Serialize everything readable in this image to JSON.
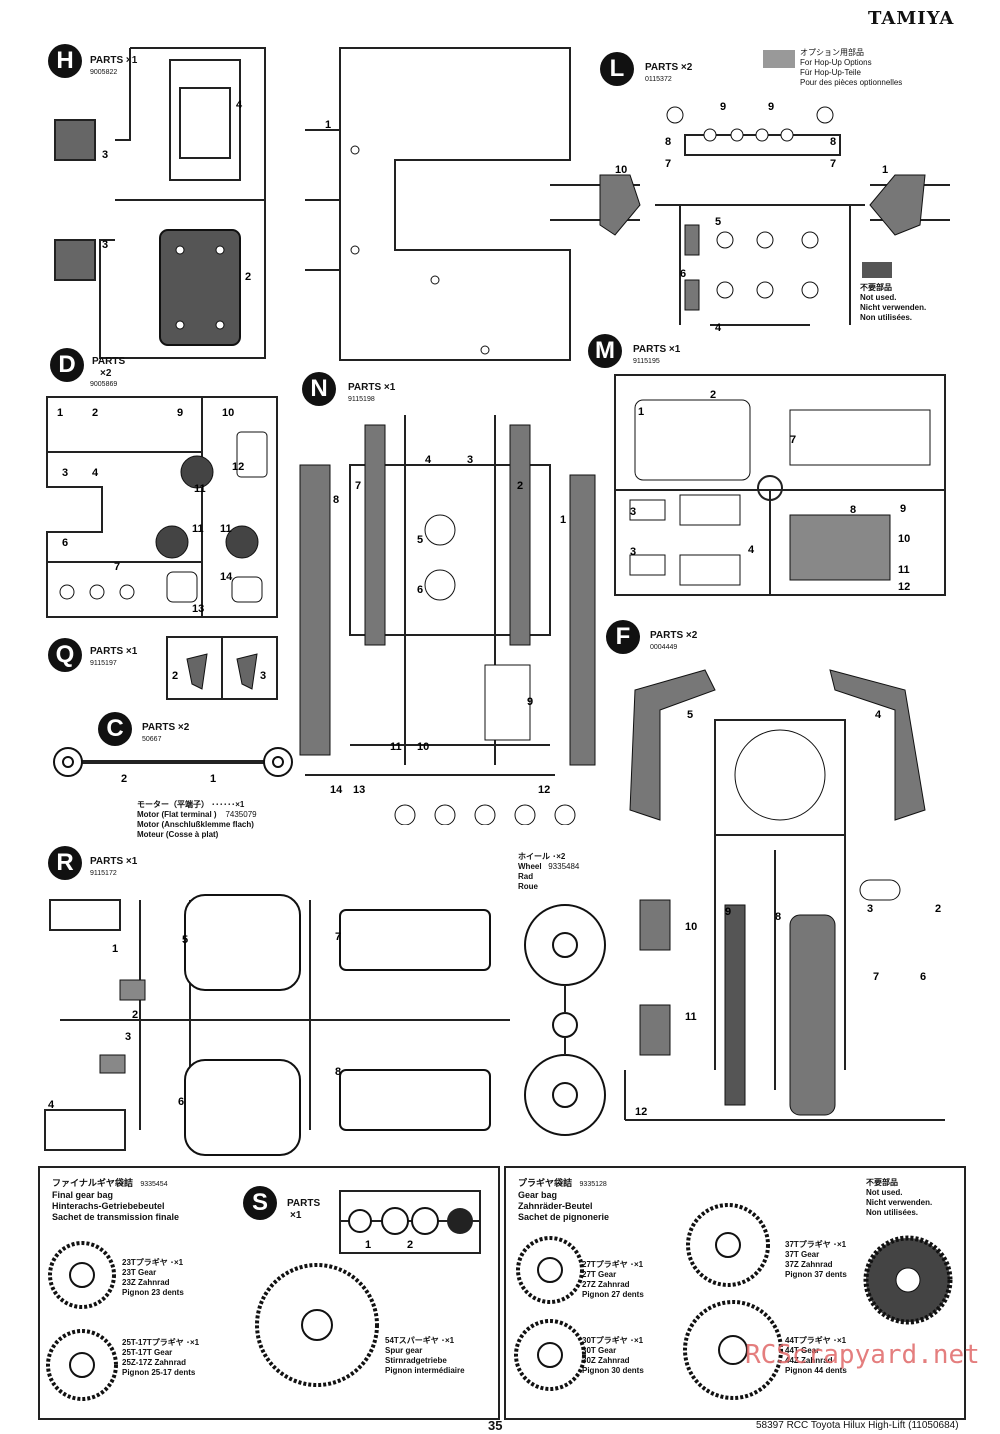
{
  "brand": "TAMIYA",
  "page_number": "35",
  "footer_text": "58397 RCC Toyota Hilux High-Lift (11050684)",
  "watermark": "RCScrapyard.net",
  "legend_hopup": {
    "jp": "オプション用部品",
    "en": "For Hop-Up Options",
    "de": "Für Hop-Up-Teile",
    "fr": "Pour des pièces optionnelles"
  },
  "legend_notused": {
    "jp": "不要部品",
    "en": "Not used.",
    "de": "Nicht verwenden.",
    "fr": "Non utilisées."
  },
  "sections": {
    "H": {
      "letter": "H",
      "title": "PARTS ×1",
      "code": "9005822"
    },
    "L": {
      "letter": "L",
      "title": "PARTS ×2",
      "code": "0115372"
    },
    "D": {
      "letter": "D",
      "title": "PARTS",
      "title2": "×2",
      "code": "9005869"
    },
    "N": {
      "letter": "N",
      "title": "PARTS ×1",
      "code": "9115198"
    },
    "M": {
      "letter": "M",
      "title": "PARTS ×1",
      "code": "9115195"
    },
    "Q": {
      "letter": "Q",
      "title": "PARTS ×1",
      "code": "9115197"
    },
    "C": {
      "letter": "C",
      "title": "PARTS ×2",
      "code": "50667"
    },
    "F": {
      "letter": "F",
      "title": "PARTS ×2",
      "code": "0004449"
    },
    "R": {
      "letter": "R",
      "title": "PARTS ×1",
      "code": "9115172"
    },
    "S": {
      "letter": "S",
      "title": "PARTS",
      "title2": "×1"
    }
  },
  "motor": {
    "jp": "モーター（平端子） ･･････×1",
    "en": "Motor (Flat terminal )",
    "code": "7435079",
    "de": "Motor (Anschlußklemme flach)",
    "fr": "Moteur (Cosse à plat)"
  },
  "wheel": {
    "jp": "ホイール ･×2",
    "en": "Wheel",
    "code": "9335484",
    "de": "Rad",
    "fr": "Roue"
  },
  "final_gear_bag": {
    "jp": "ファイナルギヤ袋詰",
    "code": "9335454",
    "en": "Final gear bag",
    "de": "Hinterachs-Getriebebeutel",
    "fr": "Sachet de transmission finale",
    "gears": [
      {
        "jp": "23Tプラギヤ ･×1",
        "en": "23T Gear",
        "de": "23Z Zahnrad",
        "fr": "Pignon 23 dents"
      },
      {
        "jp": "25T-17Tプラギヤ ･×1",
        "en": "25T-17T Gear",
        "de": "25Z-17Z Zahnrad",
        "fr": "Pignon 25-17 dents"
      },
      {
        "jp": "54Tスパーギヤ ･×1",
        "en": "Spur gear",
        "de": "Stirnradgetriebe",
        "fr": "Pignon intermédiaire"
      }
    ]
  },
  "gear_bag": {
    "jp": "プラギヤ袋詰",
    "code": "9335128",
    "en": "Gear bag",
    "de": "Zahnräder-Beutel",
    "fr": "Sachet de pignonerie",
    "gears": [
      {
        "jp": "27Tプラギヤ ･×1",
        "en": "27T Gear",
        "de": "27Z Zahnrad",
        "fr": "Pignon 27 dents"
      },
      {
        "jp": "30Tプラギヤ ･×1",
        "en": "30T Gear",
        "de": "30Z Zahnrad",
        "fr": "Pignon 30 dents"
      },
      {
        "jp": "37Tプラギヤ ･×1",
        "en": "37T Gear",
        "de": "37Z Zahnrad",
        "fr": "Pignon 37 dents"
      },
      {
        "jp": "44Tプラギヤ ･×1",
        "en": "44T Gear",
        "de": "44Z Zahnrad",
        "fr": "Pignon 44 dents"
      }
    ]
  }
}
